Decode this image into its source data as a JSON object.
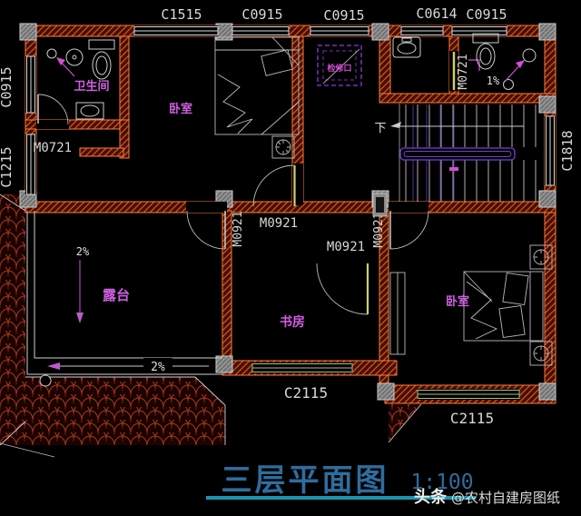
{
  "plan": {
    "rooms": [
      {
        "name": "卫生间"
      },
      {
        "name": "卧室"
      },
      {
        "name": "露台"
      },
      {
        "name": "书房"
      },
      {
        "name": "卧室"
      }
    ],
    "windows": {
      "top": [
        {
          "code": "C1515"
        },
        {
          "code": "C0915"
        },
        {
          "code": "C0915"
        },
        {
          "code": "C0614"
        },
        {
          "code": "C0915"
        }
      ],
      "left": [
        {
          "code": "C0915"
        },
        {
          "code": "C1215"
        }
      ],
      "right": [
        {
          "code": "C1818"
        }
      ],
      "bottom": [
        {
          "code": "C2115"
        },
        {
          "code": "C2115"
        }
      ]
    },
    "doors": [
      {
        "code": "M0721"
      },
      {
        "code": "M0721"
      },
      {
        "code": "M0921"
      },
      {
        "code": "M0921"
      },
      {
        "code": "M0921"
      },
      {
        "code": "M0921"
      }
    ],
    "annotations": {
      "stairs_down": "下",
      "slope_terrace_vertical": "2%",
      "slope_terrace_horizontal": "2%",
      "slope_bath": "1%",
      "access_hatch": "检修口"
    }
  },
  "title": {
    "name": "三层平面图",
    "scale": "1:100"
  },
  "watermark": {
    "brand": "头条",
    "account": "@农村自建房图纸"
  },
  "colors": {
    "background": "#000000",
    "wall_outline": "#ff7a33",
    "wall_hatch": "#d4552a",
    "tile_red": "#a83820",
    "room_label_magenta": "#cf5fe0",
    "purple_rail": "#7a3fd0",
    "door_leaf_yellow": "#cfd06a",
    "code_text": "#d8d8d8",
    "pillar_gray": "#919191",
    "window_green": "#a8c080",
    "title_blue": "#2e6d9e",
    "underline_teal": "#1b96ad"
  }
}
